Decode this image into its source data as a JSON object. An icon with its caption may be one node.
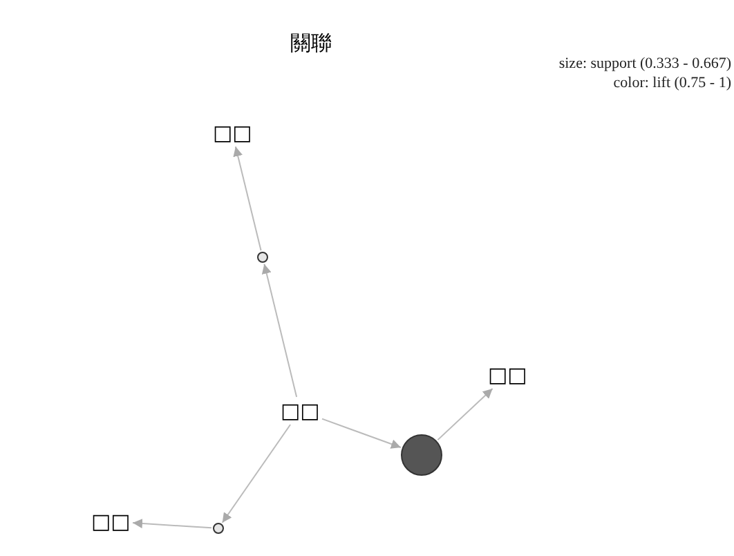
{
  "diagram": {
    "title": "關聯",
    "nodes": [
      {
        "text": [
          "□□"
        ]
      },
      {
        "text": [
          "□□"
        ]
      },
      {
        "text": [
          "□□"
        ]
      },
      {
        "text": [
          "□□"
        ]
      },
      {
        "text": [],
        "shape": "circle"
      },
      {
        "text": [],
        "shape": "circle"
      },
      {
        "text": [],
        "shape": "circle"
      }
    ],
    "edges": [
      {
        "from": 1,
        "to": 4,
        "arrow": "to"
      },
      {
        "from": 4,
        "to": 0,
        "arrow": "to"
      },
      {
        "from": 1,
        "to": 5,
        "arrow": "to"
      },
      {
        "from": 5,
        "to": 2,
        "arrow": "to"
      },
      {
        "from": 1,
        "to": 6,
        "arrow": "to"
      },
      {
        "from": 6,
        "to": 3,
        "arrow": "to"
      }
    ],
    "labels": [
      "size: support (0.333 - 0.667)",
      "color: lift (0.75 - 1)"
    ]
  }
}
